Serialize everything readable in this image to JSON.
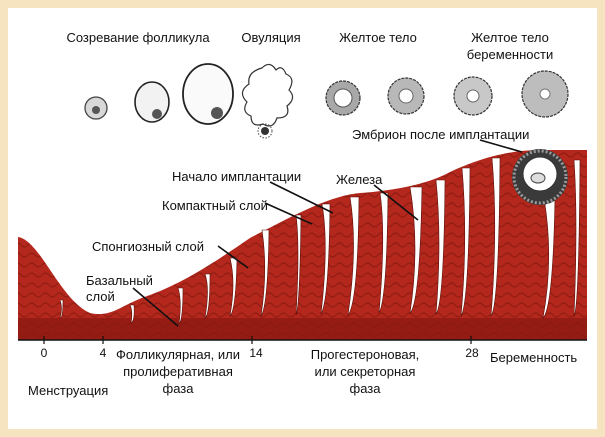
{
  "stages": {
    "follicle": "Созревание фолликула",
    "ovulation": "Овуляция",
    "corpus_luteum": "Желтое тело",
    "corpus_luteum_preg_l1": "Желтое тело",
    "corpus_luteum_preg_l2": "беременности"
  },
  "labels": {
    "embryo": "Эмбрион после имплантации",
    "implant_start": "Начало имплантации",
    "gland": "Железа",
    "compact": "Компактный слой",
    "spongy": "Спонгиозный слой",
    "basal_l1": "Базальный",
    "basal_l2": "слой"
  },
  "axis": {
    "ticks": [
      "0",
      "4",
      "14",
      "28"
    ],
    "menstruation": "Менструация",
    "follicular_l1": "Фолликулярная, или",
    "follicular_l2": "пролиферативная",
    "follicular_l3": "фаза",
    "progest_l1": "Прогестероновая,",
    "progest_l2": "или секреторная",
    "progest_l3": "фаза",
    "pregnancy": "Беременность"
  },
  "colors": {
    "tissue": "#b3271c",
    "tissue_dark": "#7a150e",
    "gland": "#ffffff",
    "frame": "#f6e3c0"
  }
}
